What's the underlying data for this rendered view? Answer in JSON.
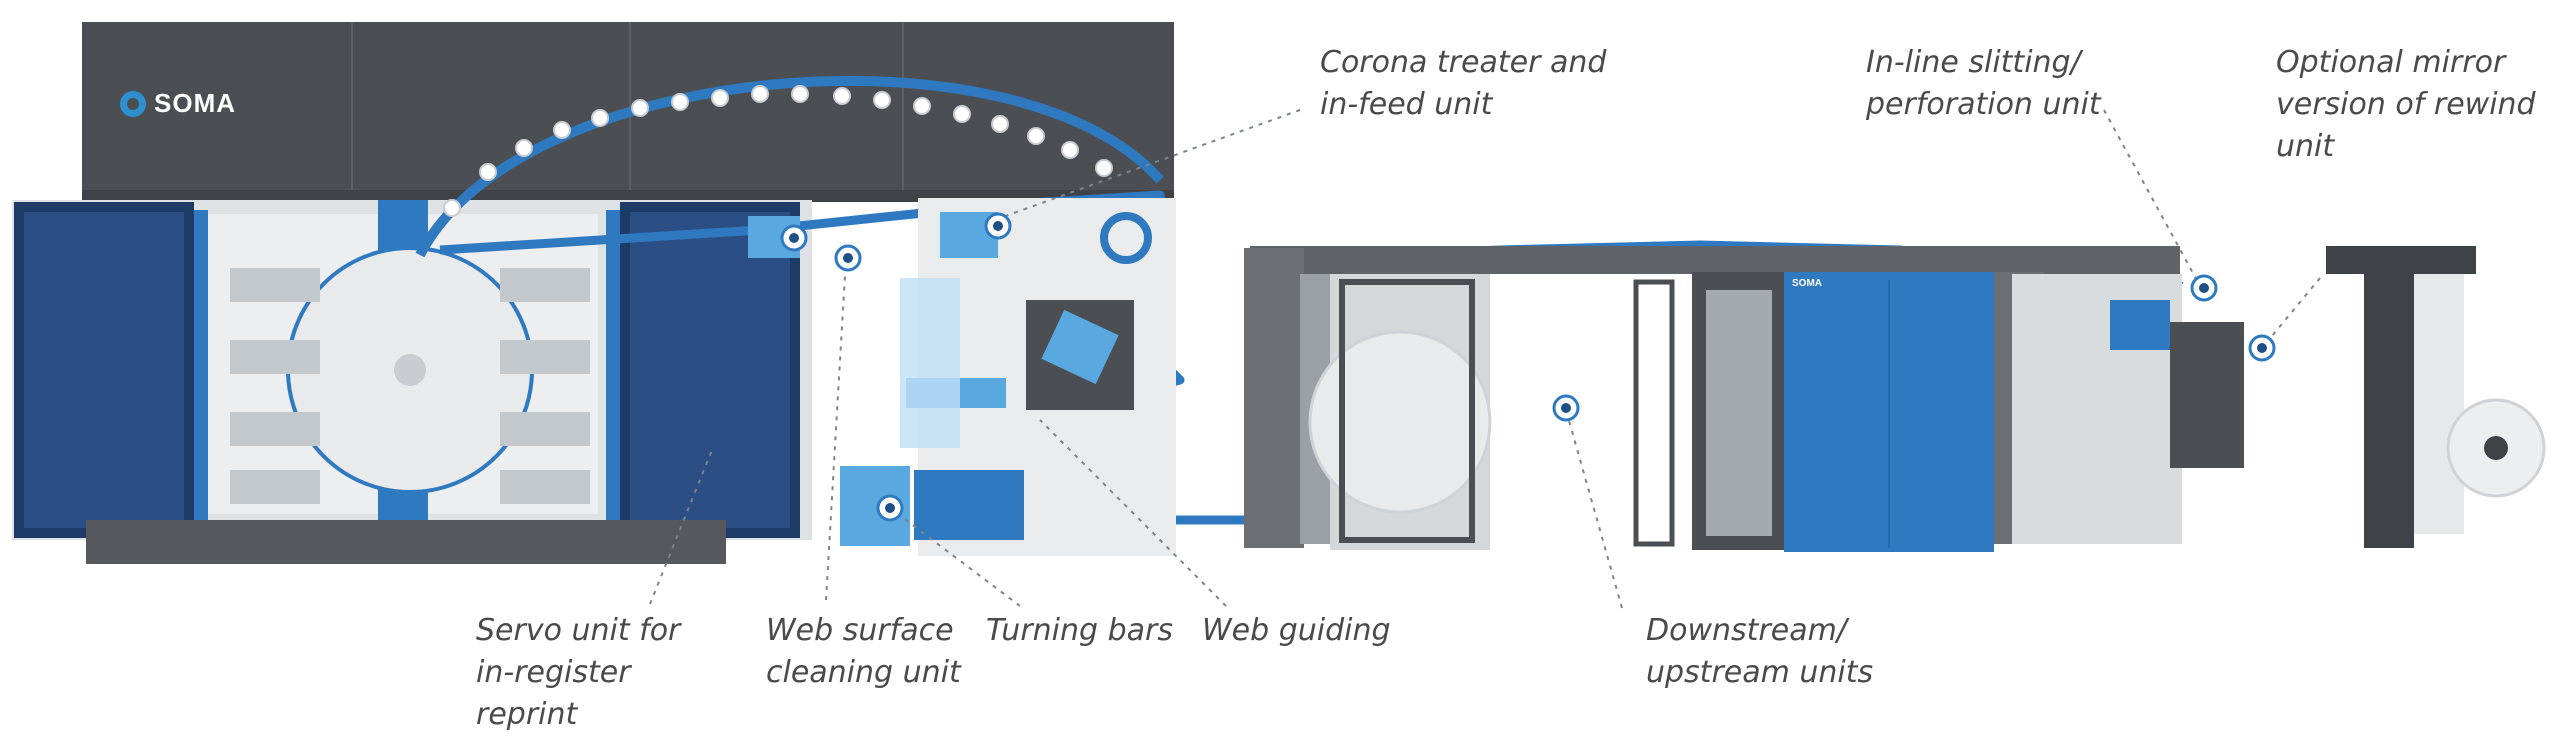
{
  "brand": {
    "name": "SOMA",
    "small_name": "SOMA"
  },
  "labels": {
    "corona": [
      "Corona treater and",
      "in-feed unit"
    ],
    "slitting": [
      "In-line slitting/",
      "perforation unit"
    ],
    "mirror": [
      "Optional mirror",
      "version of rewind",
      "unit"
    ],
    "servo": [
      "Servo unit for",
      "in-register",
      "reprint"
    ],
    "cleaning": [
      "Web surface",
      "cleaning unit"
    ],
    "turning": [
      "Turning bars"
    ],
    "guiding": [
      "Web guiding"
    ],
    "downstream": [
      "Downstream/",
      "upstream units"
    ]
  },
  "colors": {
    "body_dark": "#4b4f54",
    "blue": "#2e79c0",
    "light_blue": "#5aa8e0",
    "frame_grey": "#5f6368",
    "label_text": "#4a4a4a"
  }
}
